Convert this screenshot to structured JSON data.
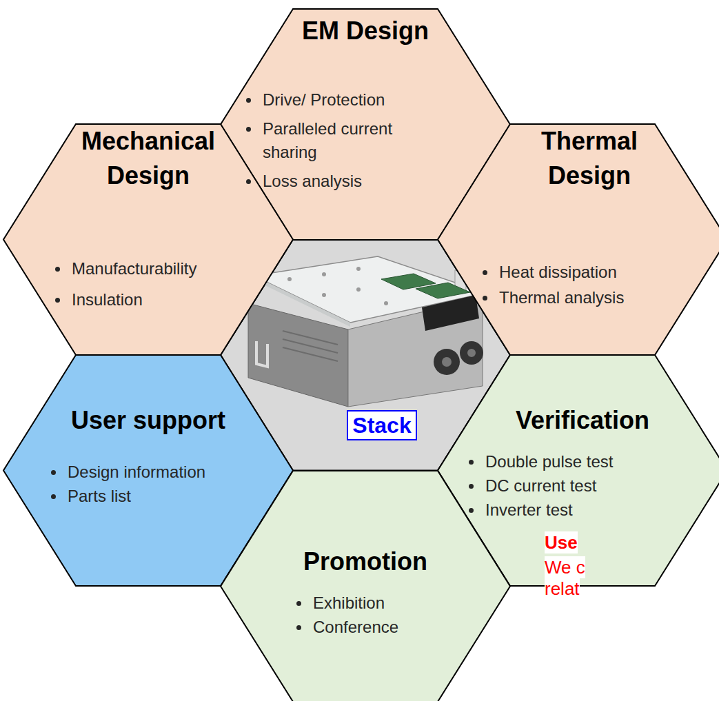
{
  "diagram": {
    "nodes": [
      {
        "text": [
          "EM Design",
          "Drive/ Protection",
          "Paralleled current sharing",
          "Loss analysis"
        ]
      },
      {
        "text": [
          "Mechanical Design",
          "Manufacturability",
          "Insulation"
        ]
      },
      {
        "text": [
          "Thermal Design",
          "Heat dissipation",
          "Thermal analysis"
        ]
      },
      {
        "text": [
          "Stack"
        ]
      },
      {
        "text": [
          "User support",
          "Design information",
          "Parts list"
        ]
      },
      {
        "text": [
          "Verification",
          "Double pulse test",
          "DC current test",
          "Inverter test"
        ]
      },
      {
        "text": [
          "Promotion",
          "Exhibition",
          "Conference"
        ]
      }
    ],
    "labels": [
      "Use",
      "We c",
      "relat"
    ]
  }
}
